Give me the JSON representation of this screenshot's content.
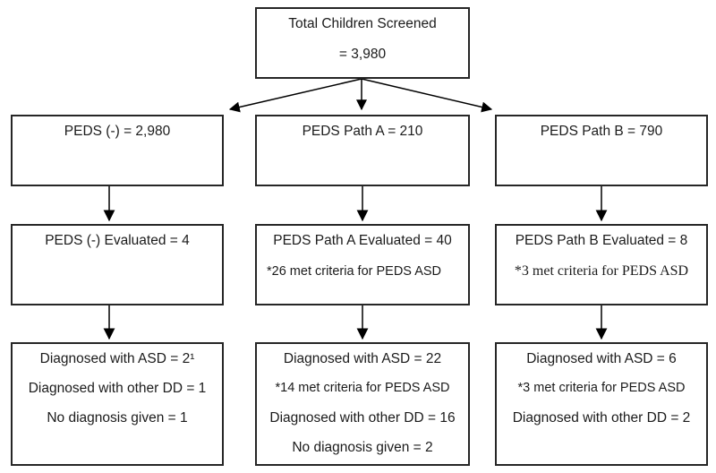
{
  "diagram": {
    "background": "#ffffff",
    "border_color": "#262626",
    "text_color": "#1b1b1b",
    "arrow_color": "#000000"
  },
  "nodes": {
    "total": {
      "line1": "Total Children Screened",
      "line2": "= 3,980"
    },
    "peds_negative": {
      "screened": "PEDS (-) = 2,980",
      "evaluated": "PEDS (-) Evaluated = 4",
      "dx_asd": "Diagnosed with ASD = 2¹",
      "dx_other_dd": "Diagnosed with other DD = 1",
      "no_dx": "No diagnosis given = 1"
    },
    "path_a": {
      "screened": "PEDS Path A = 210",
      "evaluated": "PEDS Path A Evaluated = 40",
      "evaluated_note": "*26 met criteria for PEDS ASD",
      "dx_asd": "Diagnosed with ASD = 22",
      "dx_asd_note": "*14 met criteria for PEDS ASD",
      "dx_other_dd": "Diagnosed with other DD = 16",
      "no_dx": "No diagnosis given = 2"
    },
    "path_b": {
      "screened": "PEDS Path B = 790",
      "evaluated": "PEDS Path B Evaluated = 8",
      "evaluated_note": "*3 met criteria for PEDS ASD",
      "dx_asd": "Diagnosed with ASD = 6",
      "dx_asd_note": "*3 met criteria for PEDS ASD",
      "dx_other_dd": "Diagnosed with other DD = 2"
    }
  }
}
